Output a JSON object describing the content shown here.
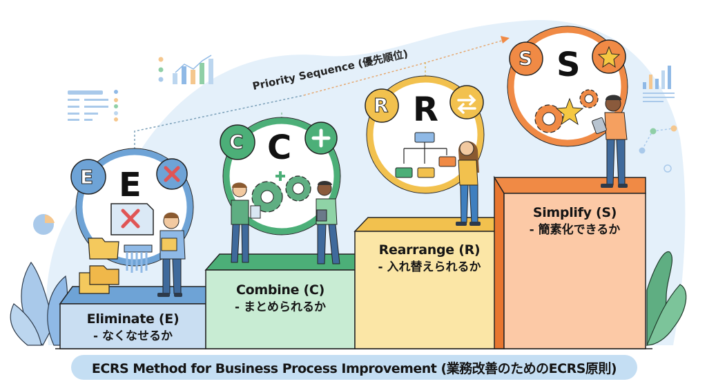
{
  "title": "ECRS Method for Business Process Improvement (業務改善のためのECRS原則)",
  "priority_label": "Priority Sequence (優先順位)",
  "colors": {
    "eliminate": "#5b9bd5",
    "combine": "#4caf78",
    "rearrange": "#f2c14e",
    "simplify": "#f08a45",
    "background_blob": "#e4f0fa",
    "banner": "#c4def3"
  },
  "steps": [
    {
      "key": "E",
      "name": "Eliminate (E)",
      "subtitle": "- なくなせるか",
      "badge_left": "E",
      "badge_right_icon": "x-mark-icon",
      "illustration": [
        "crossed-document-icon",
        "folder-icon",
        "shredder-icon",
        "person-on-phone"
      ]
    },
    {
      "key": "C",
      "name": "Combine (C)",
      "subtitle": "- まとめられるか",
      "badge_left": "C",
      "badge_right_icon": "plus-icon",
      "illustration": [
        "gear-icon",
        "gear-icon",
        "plus-icon",
        "two-people-with-tablets"
      ]
    },
    {
      "key": "R",
      "name": "Rearrange (R)",
      "subtitle": "- 入れ替えられるか",
      "badge_left": "R",
      "badge_right_icon": "swap-arrows-icon",
      "illustration": [
        "flowchart-icon",
        "person-moving-box"
      ]
    },
    {
      "key": "S",
      "name": "Simplify (S)",
      "subtitle": "- 簡素化できるか",
      "badge_left": "S",
      "badge_right_icon": "star-icon",
      "illustration": [
        "gear-icon",
        "star-icon",
        "gear-icon",
        "person-with-tablet"
      ]
    }
  ],
  "decorations": [
    "bar-chart-icon",
    "line-chart-icon",
    "list-icon",
    "pie-chart-icon",
    "plant-icon"
  ]
}
